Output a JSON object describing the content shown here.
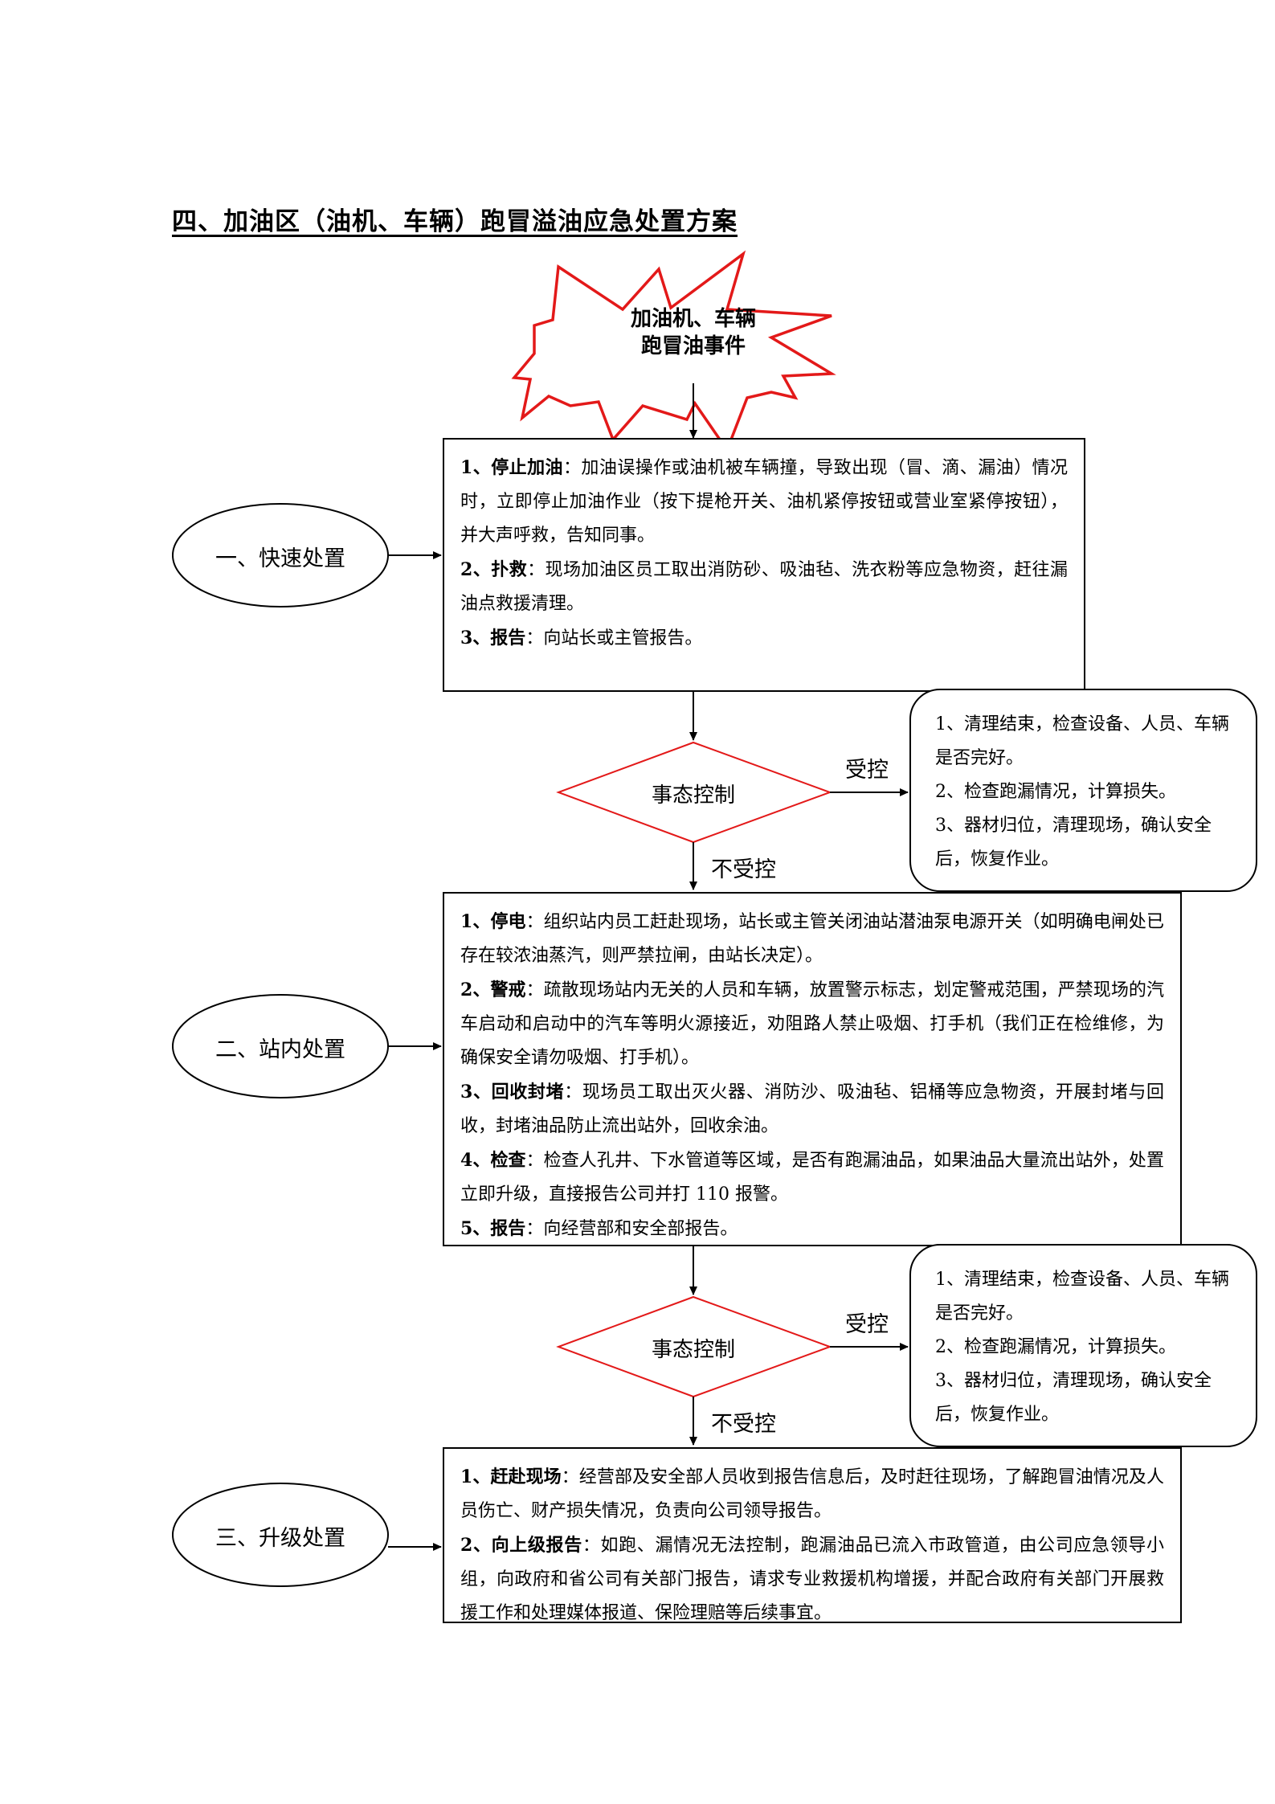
{
  "title": "四、加油区（油机、车辆）跑冒溢油应急处置方案",
  "event": {
    "line1": "加油机、车辆",
    "line2": "跑冒油事件"
  },
  "phases": {
    "p1": "一、快速处置",
    "p2": "二、站内处置",
    "p3": "三、升级处置"
  },
  "quick": [
    {
      "label": "1、停止加油",
      "text": "：加油误操作或油机被车辆撞，导致出现（冒、滴、漏油）情况时，立即停止加油作业（按下提枪开关、油机紧停按钮或营业室紧停按钮），并大声呼救，告知同事。"
    },
    {
      "label": "2、扑救",
      "text": "：现场加油区员工取出消防砂、吸油毡、洗衣粉等应急物资，赶往漏油点救援清理。"
    },
    {
      "label": "3、报告",
      "text": "：向站长或主管报告。"
    }
  ],
  "station": [
    {
      "label": "1、停电",
      "text": "：组织站内员工赶赴现场，站长或主管关闭油站潜油泵电源开关（如明确电闸处已存在较浓油蒸汽，则严禁拉闸，由站长决定）。"
    },
    {
      "label": "2、警戒",
      "text": "：疏散现场站内无关的人员和车辆，放置警示标志，划定警戒范围，严禁现场的汽车启动和启动中的汽车等明火源接近，劝阻路人禁止吸烟、打手机（我们正在检维修，为确保安全请勿吸烟、打手机）。"
    },
    {
      "label": "3、回收封堵",
      "text": "：现场员工取出灭火器、消防沙、吸油毡、铝桶等应急物资，开展封堵与回收，封堵油品防止流出站外，回收余油。"
    },
    {
      "label": "4、检查",
      "text": "：检查人孔井、下水管道等区域，是否有跑漏油品，如果油品大量流出站外，处置立即升级，直接报告公司并打 110 报警。"
    },
    {
      "label": "5、报告",
      "text": "：向经营部和安全部报告。"
    }
  ],
  "escalate": [
    {
      "label": "1、赶赴现场",
      "text": "：经营部及安全部人员收到报告信息后，及时赶往现场，了解跑冒油情况及人员伤亡、财产损失情况，负责向公司领导报告。"
    },
    {
      "label": "2、向上级报告",
      "text": "：如跑、漏情况无法控制，跑漏油品已流入市政管道，由公司应急领导小组，向政府和省公司有关部门报告，请求专业救援机构增援，并配合政府有关部门开展救援工作和处理媒体报道、保险理赔等后续事宜。"
    }
  ],
  "decision": {
    "label": "事态控制",
    "yes": "受控",
    "no": "不受控"
  },
  "controlled": {
    "line1": "1、清理结束，检查设备、人员、车辆是否完好。",
    "line2": "2、检查跑漏情况，计算损失。",
    "line3": "3、器材归位，清理现场，确认安全后，恢复作业。"
  },
  "colors": {
    "burst": "#e31919",
    "diamond": "#e31919",
    "line": "#000000"
  }
}
